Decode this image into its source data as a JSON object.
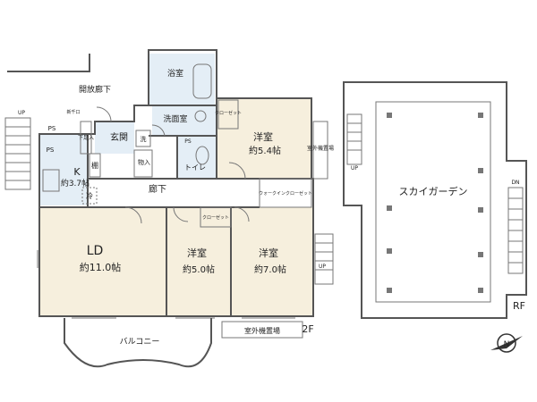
{
  "floors": {
    "second": {
      "label": "2F",
      "rooms": {
        "ld": {
          "name": "LD",
          "size": "約11.0帖"
        },
        "kitchen": {
          "name": "K",
          "size": "約3.7帖"
        },
        "western1": {
          "name": "洋室",
          "size": "約5.4帖"
        },
        "western2": {
          "name": "洋室",
          "size": "約5.0帖"
        },
        "western3": {
          "name": "洋室",
          "size": "約7.0帖"
        },
        "entrance": {
          "name": "玄関"
        },
        "shoe_storage": {
          "name": "下足入"
        },
        "bath": {
          "name": "浴室"
        },
        "washroom": {
          "name": "洗面室"
        },
        "toilet": {
          "name": "トイレ"
        },
        "corridor": {
          "name": "廊下"
        },
        "storage": {
          "name": "物入"
        },
        "shelf": {
          "name": "棚"
        },
        "closet1": {
          "name": "クローゼット"
        },
        "closet2": {
          "name": "クローゼット"
        },
        "walkin": {
          "name": "ウォークインクローゼット"
        },
        "balcony": {
          "name": "バルコニー"
        },
        "open_corridor": {
          "name": "開放廊下"
        },
        "outdoor_unit1": {
          "name": "室外機置場"
        },
        "outdoor_unit2": {
          "name": "室外機置場"
        }
      },
      "marks": {
        "ps1": "PS",
        "ps2": "PS",
        "ps3": "PS",
        "washer": "洗",
        "fridge": "冷",
        "up1": "UP",
        "up2": "UP",
        "door_tag": "新千口"
      }
    },
    "roof": {
      "label": "RF",
      "rooms": {
        "sky_garden": {
          "name": "スカイガーデン"
        }
      },
      "marks": {
        "up": "UP",
        "dn": "DN"
      }
    }
  },
  "compass": {
    "symbol": "N"
  }
}
